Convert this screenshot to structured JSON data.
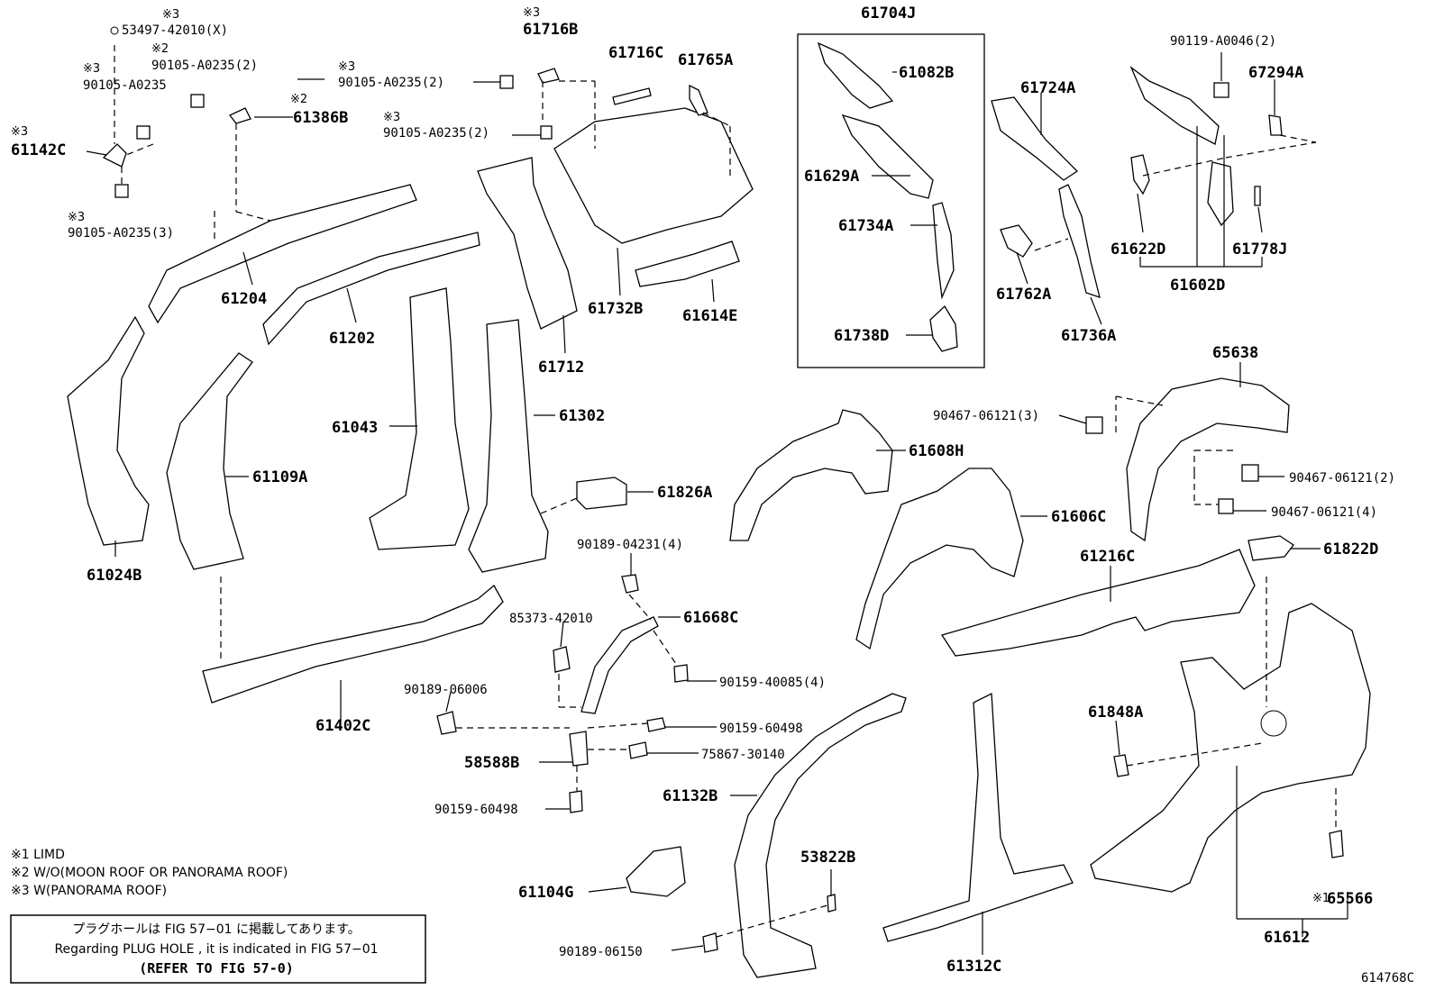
{
  "labels": {
    "p53497": "53497-42010(X)",
    "p90105a": "90105-A0235(2)",
    "p90105b": "90105-A0235",
    "p61142c": "61142C",
    "p90105c": "90105-A0235(3)",
    "p61716b": "61716B",
    "p90105d": "90105-A0235(2)",
    "p61386b": "61386B",
    "p90105e": "90105-A0235(2)",
    "p61716c": "61716C",
    "p61765a": "61765A",
    "p61704j": "61704J",
    "p61082b": "61082B",
    "p61629a": "61629A",
    "p61734a": "61734A",
    "p61738d": "61738D",
    "p61724a": "61724A",
    "p61762a": "61762A",
    "p61736a": "61736A",
    "p90119": "90119-A0046(2)",
    "p67294a": "67294A",
    "p61622d": "61622D",
    "p61778j": "61778J",
    "p61602d": "61602D",
    "p61204": "61204",
    "p61202": "61202",
    "p61732b": "61732B",
    "p61614e": "61614E",
    "p61712": "61712",
    "p61043": "61043",
    "p61302": "61302",
    "p61109a": "61109A",
    "p61024b": "61024B",
    "p65638": "65638",
    "p90467a": "90467-06121(3)",
    "p90467b": "90467-06121(2)",
    "p90467c": "90467-06121(4)",
    "p61608h": "61608H",
    "p61606c": "61606C",
    "p61826a": "61826A",
    "p61822d": "61822D",
    "p61216c": "61216C",
    "p90189a": "90189-04231(4)",
    "p85373": "85373-42010",
    "p61668c": "61668C",
    "p90159a": "90159-40085(4)",
    "p90189b": "90189-06006",
    "p90159b": "90159-60498",
    "p75867": "75867-30140",
    "p58588b": "58588B",
    "p90159c": "90159-60498",
    "p61132b": "61132B",
    "p61402c": "61402C",
    "p61848a": "61848A",
    "p53822b": "53822B",
    "p61104g": "61104G",
    "p90189c": "90189-06150",
    "p61312c": "61312C",
    "p65566": "65566",
    "p61612": "61612"
  },
  "marks": {
    "m1": "※3",
    "m2": "※2",
    "m3": "※3",
    "m4": "※3",
    "m5": "※3",
    "m6": "※2",
    "m7": "※3",
    "m8": "※3",
    "m9": "※3",
    "m10": "※1"
  },
  "legend": {
    "l1": "※1 LIMD",
    "l2": "※2 W/O(MOON ROOF OR PANORAMA ROOF)",
    "l3": "※3 W(PANORAMA ROOF)"
  },
  "notice": {
    "jp": "プラグホールは FIG 57−01 に掲載してあります。",
    "en": "Regarding  PLUG  HOLE , it is indicated in FIG  57−01",
    "ref": "(REFER TO FIG 57-0)"
  },
  "figure_code": "614768C"
}
